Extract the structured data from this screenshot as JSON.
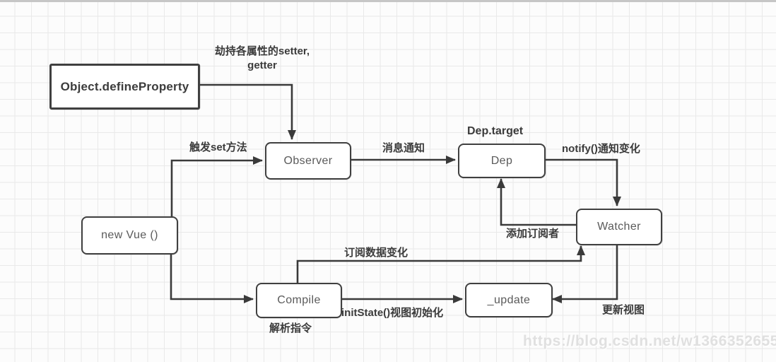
{
  "diagram": {
    "nodes": {
      "define_property": {
        "label": "Object.defineProperty"
      },
      "observer": {
        "label": "Observer"
      },
      "dep": {
        "label": "Dep"
      },
      "watcher": {
        "label": "Watcher"
      },
      "new_vue": {
        "label": "new Vue ()"
      },
      "compile": {
        "label": "Compile"
      },
      "update": {
        "label": "_update"
      }
    },
    "labels": {
      "hijack_line1": "劫持各属性的setter,",
      "hijack_line2": "getter",
      "trigger_set": "触发set方法",
      "message_notify": "消息通知",
      "dep_target": "Dep.target",
      "notify_change": "notify()通知变化",
      "add_subscriber": "添加订阅者",
      "subscribe_data": "订阅数据变化",
      "init_state": "initState()视图初始化",
      "parse_directive": "解析指令",
      "update_view": "更新视图"
    },
    "watermark": "https://blog.csdn.net/w1366352655",
    "colors": {
      "line": "#3a3a3a",
      "box_border": "#404040",
      "box_text": "#5a5a5a",
      "label_text": "#3b3b3b",
      "watermark": "#e0e0e0",
      "grid_line": "#e9e9e9",
      "background": "#fcfcfc"
    }
  }
}
